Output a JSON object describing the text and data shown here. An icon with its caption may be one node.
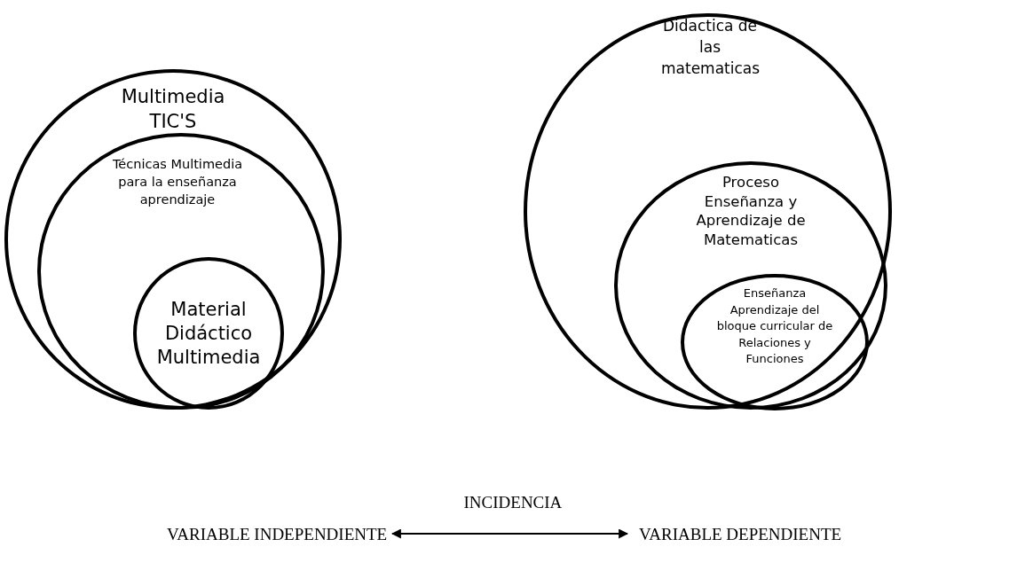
{
  "diagram": {
    "nodes": [
      {
        "text": [
          "Multimedia TIC'S"
        ]
      },
      {
        "text": [
          "Técnicas Multimedia para la enseñanza aprendizaje"
        ],
        "in": 0
      },
      {
        "text": [
          "Material Didáctico Multimedia"
        ],
        "in": 1
      },
      {
        "text": [
          "Didactica de las matematicas"
        ]
      },
      {
        "text": [
          "Proceso Enseñanza y Aprendizaje de Matematicas"
        ],
        "in": 3
      },
      {
        "text": [
          "Enseñanza Aprendizaje del bloque curricular de Relaciones y Funciones"
        ],
        "in": 4
      },
      {
        "text": [
          "VARIABLE INDEPENDIENTE"
        ]
      },
      {
        "text": [
          "VARIABLE DEPENDIENTE"
        ]
      }
    ],
    "edges": [
      {
        "from": 6,
        "to": 7,
        "arrow": "both",
        "label": "INCIDENCIA"
      }
    ]
  }
}
